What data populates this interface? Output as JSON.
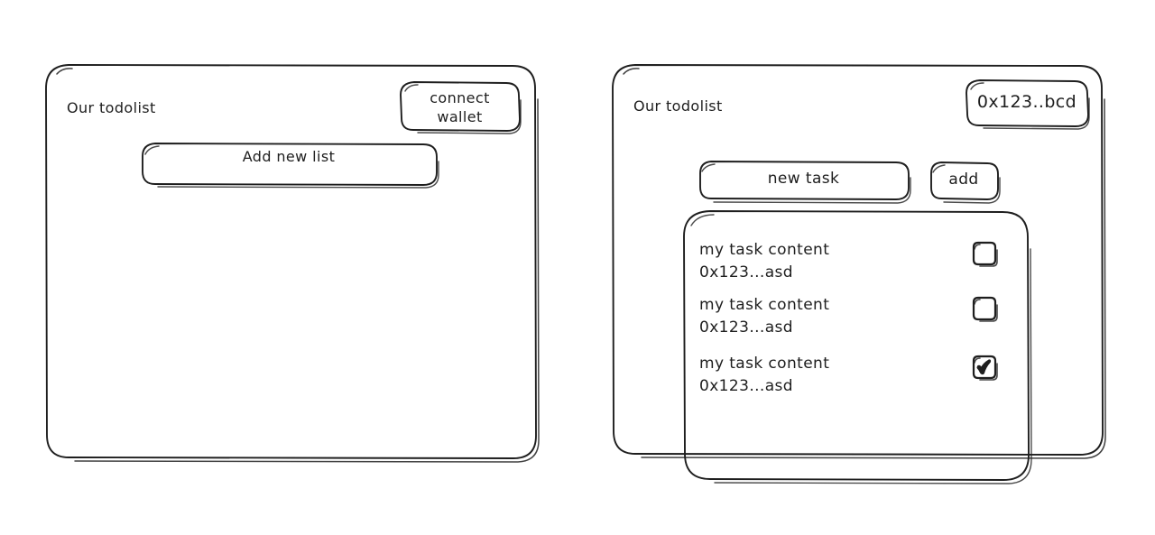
{
  "page": {
    "background_color": "#ffffff",
    "ink_color": "#1e1e1e",
    "style": "hand-drawn wireframe"
  },
  "panels": [
    {
      "id": "disconnected-state",
      "title": "Our todolist",
      "wallet_button": {
        "label_line1": "connect",
        "label_line2": "wallet",
        "name": "connect-wallet-button"
      },
      "primary_action": {
        "label": "Add new list",
        "name": "add-new-list-button"
      }
    },
    {
      "id": "connected-state",
      "title": "Our todolist",
      "wallet_button": {
        "label_line1": "0x123..bcd",
        "label_line2": "",
        "name": "wallet-address-button"
      },
      "new_task_input": {
        "value": "new task",
        "placeholder": "new task",
        "name": "new-task-input"
      },
      "add_button": {
        "label": "add",
        "name": "add-task-button"
      },
      "tasks": [
        {
          "content": "my task content",
          "address": "0x123...asd",
          "checked": false
        },
        {
          "content": "my task content",
          "address": "0x123...asd",
          "checked": false
        },
        {
          "content": "my task content",
          "address": "0x123...asd",
          "checked": true
        }
      ]
    }
  ]
}
